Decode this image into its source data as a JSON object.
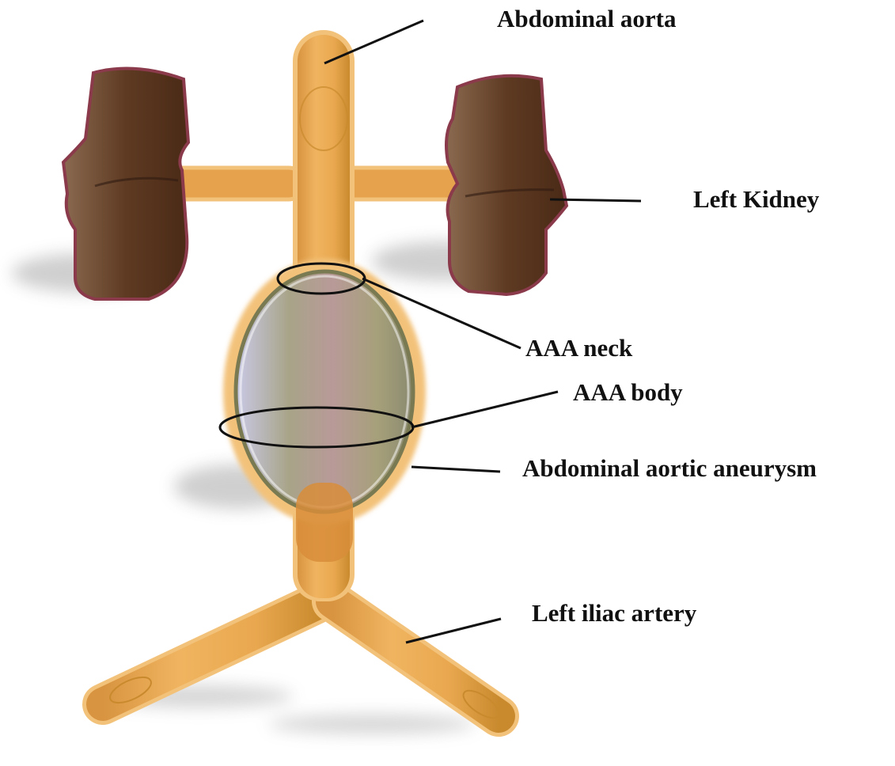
{
  "labels": {
    "abdominal_aorta": "Abdominal aorta",
    "left_kidney": "Left Kidney",
    "aaa_neck": "AAA neck",
    "aaa_body": "AAA body",
    "abdominal_aortic_aneurysm": "Abdominal aortic aneurysm",
    "left_iliac_artery": "Left iliac artery"
  },
  "colors": {
    "vessel": "#e8a64a",
    "vessel_edge": "#c98a2e",
    "kidney": "#6b4226",
    "kidney_edge": "#8a3a4a",
    "aneurysm_left": "#a9a9c9",
    "aneurysm_mid": "#b7a07a",
    "aneurysm_right": "#b98a98",
    "leader_line": "#111111",
    "background": "#ffffff"
  }
}
